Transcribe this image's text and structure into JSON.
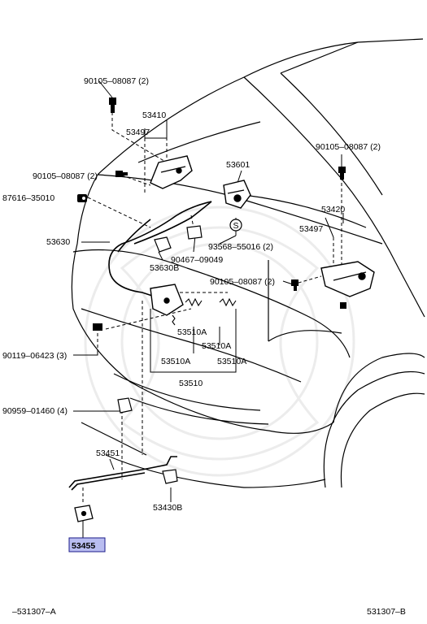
{
  "labels": {
    "p90105_top": "90105–08087 (2)",
    "p53410": "53410",
    "p53497_left": "53497",
    "p90105_left": "90105–08087 (2)",
    "p87616": "87616–35010",
    "p53601": "53601",
    "p90105_right": "90105–08087 (2)",
    "p53420": "53420",
    "p53497_right": "53497",
    "p53630": "53630",
    "p93568": "93568–55016 (2)",
    "p90467": "90467–09049",
    "p53630B": "53630B",
    "p90105_mid": "90105–08087 (2)",
    "p90119": "90119–06423 (3)",
    "p53510A_1": "53510A",
    "p53510A_2": "53510A",
    "p53510A_3": "53510A",
    "p53510A_4": "53510A",
    "p53510": "53510",
    "p90959": "90959–01460 (4)",
    "p53451": "53451",
    "p53430B": "53430B",
    "p53455": "53455",
    "footer_left": "–531307–A",
    "footer_right": "531307–B"
  },
  "symbols": {
    "s_marker": "S"
  },
  "highlight_color": "#b9bdf0"
}
